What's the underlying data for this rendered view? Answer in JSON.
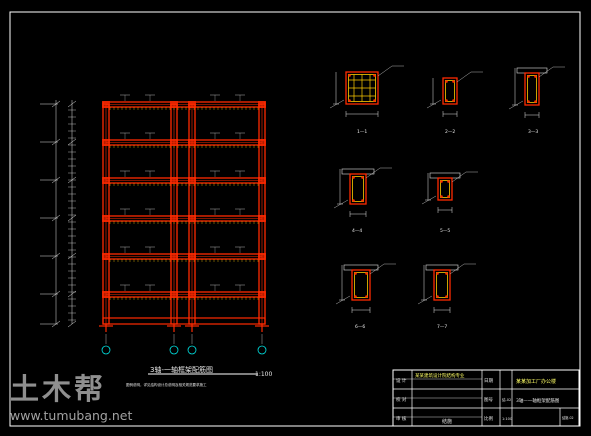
{
  "drawing": {
    "frame_title": "3轴-一轴框架配筋图",
    "frame_scale": "1:100",
    "frame_note": "图例说明，详见结构设计总说明及相关规范要求施工"
  },
  "sections": {
    "labels": [
      "1—1",
      "2—2",
      "3—3",
      "4—4",
      "5—5",
      "6—6",
      "7—7"
    ]
  },
  "title_block": {
    "design_institute": "某某建筑设计院结构专业",
    "project": "某某加工厂办公楼",
    "drawing_name": "3轴—一轴框架配筋图",
    "sheet_label": "结施",
    "sheet_number": "结施-02",
    "left_labels": [
      "设 计",
      "校 对",
      "审 核"
    ],
    "mid_labels": [
      "日期",
      "图号",
      "比例"
    ],
    "mid_values": [
      "",
      "结-02",
      "1:100"
    ]
  },
  "watermark": {
    "logo": "土木帮",
    "url": "www.tumubang.net"
  },
  "colors": {
    "background": "#000000",
    "frame": "#ff2a00",
    "rebar": "#ffcc00",
    "dimension": "#e0e0e0",
    "axis": "#00e5e5",
    "border": "#ffffff"
  }
}
